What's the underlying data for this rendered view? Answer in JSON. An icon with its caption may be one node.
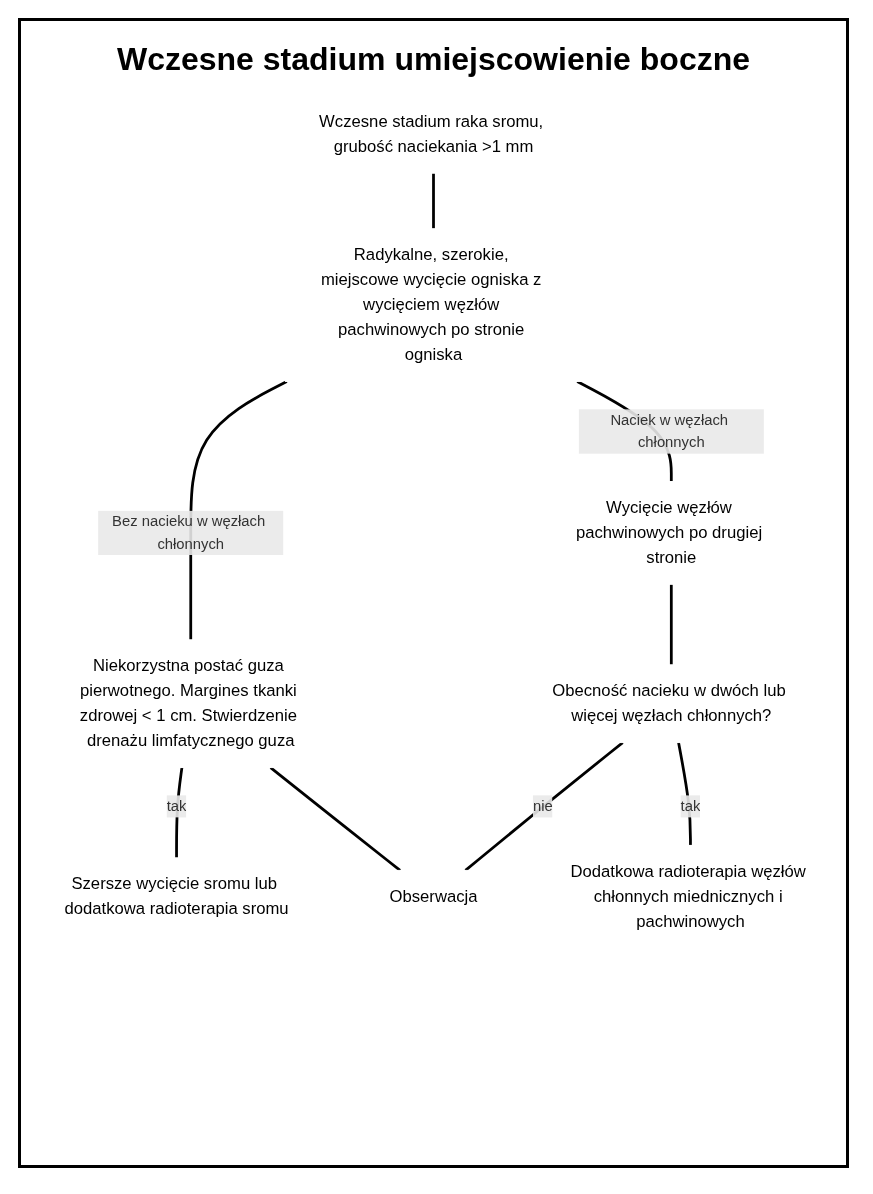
{
  "diagram": {
    "title": "Wczesne stadium umiejscowienie boczne",
    "nodes": [
      {
        "text": [
          "Wczesne stadium raka sromu, grubość naciekania >1 mm"
        ]
      },
      {
        "text": [
          "Radykalne, szerokie, miejscowe wycięcie ogniska z wycięciem węzłów pachwinowych po stronie ogniska"
        ]
      },
      {
        "text": [
          "Niekorzystna postać guza pierwotnego. Margines tkanki zdrowej < 1 cm. Stwierdzenie drenażu limfatycznego guza"
        ]
      },
      {
        "text": [
          "Wycięcie węzłów pachwinowych po drugiej stronie"
        ]
      },
      {
        "text": [
          "Obecność nacieku w dwóch lub więcej węzłach chłonnych?"
        ]
      },
      {
        "text": [
          "Szersze wycięcie sromu lub dodatkowa radioterapia sromu"
        ]
      },
      {
        "text": [
          "Obserwacja"
        ]
      },
      {
        "text": [
          "Dodatkowa radioterapia węzłów chłonnych miednicznych i pachwinowych"
        ]
      }
    ],
    "edges": [
      {
        "from": 0,
        "to": 1,
        "arrow": "none"
      },
      {
        "from": 1,
        "to": 2,
        "arrow": "none",
        "label": "Bez nacieku w węzłach chłonnych"
      },
      {
        "from": 1,
        "to": 3,
        "arrow": "none",
        "label": "Naciek w węzłach chłonnych"
      },
      {
        "from": 3,
        "to": 4,
        "arrow": "none"
      },
      {
        "from": 2,
        "to": 5,
        "arrow": "none",
        "label": "tak"
      },
      {
        "from": 2,
        "to": 6,
        "arrow": "none"
      },
      {
        "from": 4,
        "to": 6,
        "arrow": "none",
        "label": "nie"
      },
      {
        "from": 4,
        "to": 7,
        "arrow": "none",
        "label": "tak"
      }
    ]
  }
}
